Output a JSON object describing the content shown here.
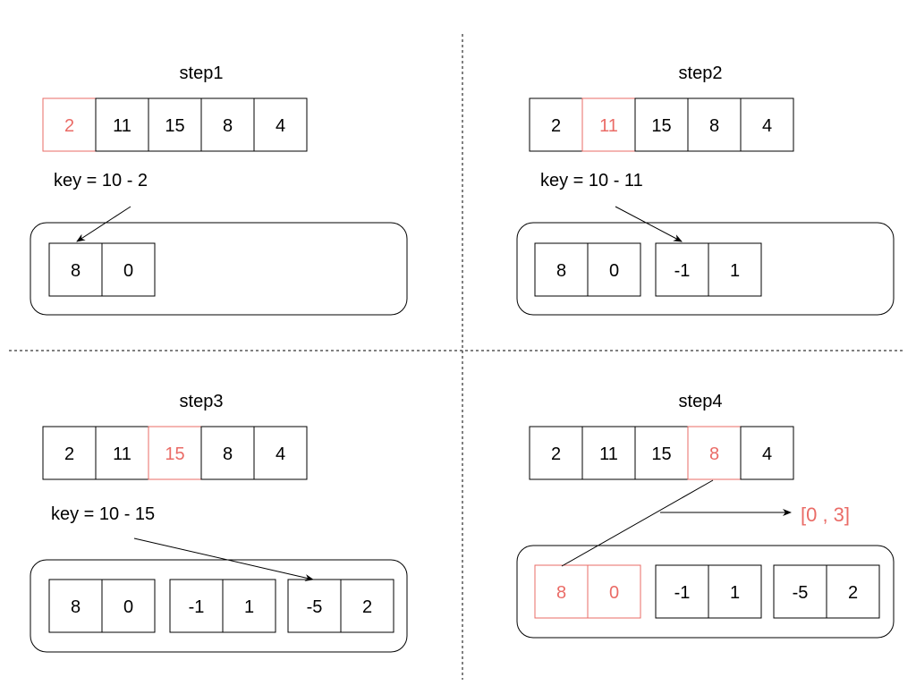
{
  "colors": {
    "highlight": "#EA6B66",
    "stroke": "#000000",
    "text": "#000000"
  },
  "steps": [
    {
      "title": "step1",
      "array": [
        "2",
        "11",
        "15",
        "8",
        "4"
      ],
      "highlight_index": 0,
      "key_label": "key = 10 - 2",
      "map_pairs": [
        [
          "8",
          "0"
        ]
      ],
      "highlight_pair": null,
      "result": null
    },
    {
      "title": "step2",
      "array": [
        "2",
        "11",
        "15",
        "8",
        "4"
      ],
      "highlight_index": 1,
      "key_label": "key = 10 - 11",
      "map_pairs": [
        [
          "8",
          "0"
        ],
        [
          "-1",
          "1"
        ]
      ],
      "highlight_pair": null,
      "result": null
    },
    {
      "title": "step3",
      "array": [
        "2",
        "11",
        "15",
        "8",
        "4"
      ],
      "highlight_index": 2,
      "key_label": "key = 10 - 15",
      "map_pairs": [
        [
          "8",
          "0"
        ],
        [
          "-1",
          "1"
        ],
        [
          "-5",
          "2"
        ]
      ],
      "highlight_pair": null,
      "result": null
    },
    {
      "title": "step4",
      "array": [
        "2",
        "11",
        "15",
        "8",
        "4"
      ],
      "highlight_index": 3,
      "key_label": "",
      "map_pairs": [
        [
          "8",
          "0"
        ],
        [
          "-1",
          "1"
        ],
        [
          "-5",
          "2"
        ]
      ],
      "highlight_pair": 0,
      "result": "[0 ,  3]"
    }
  ]
}
